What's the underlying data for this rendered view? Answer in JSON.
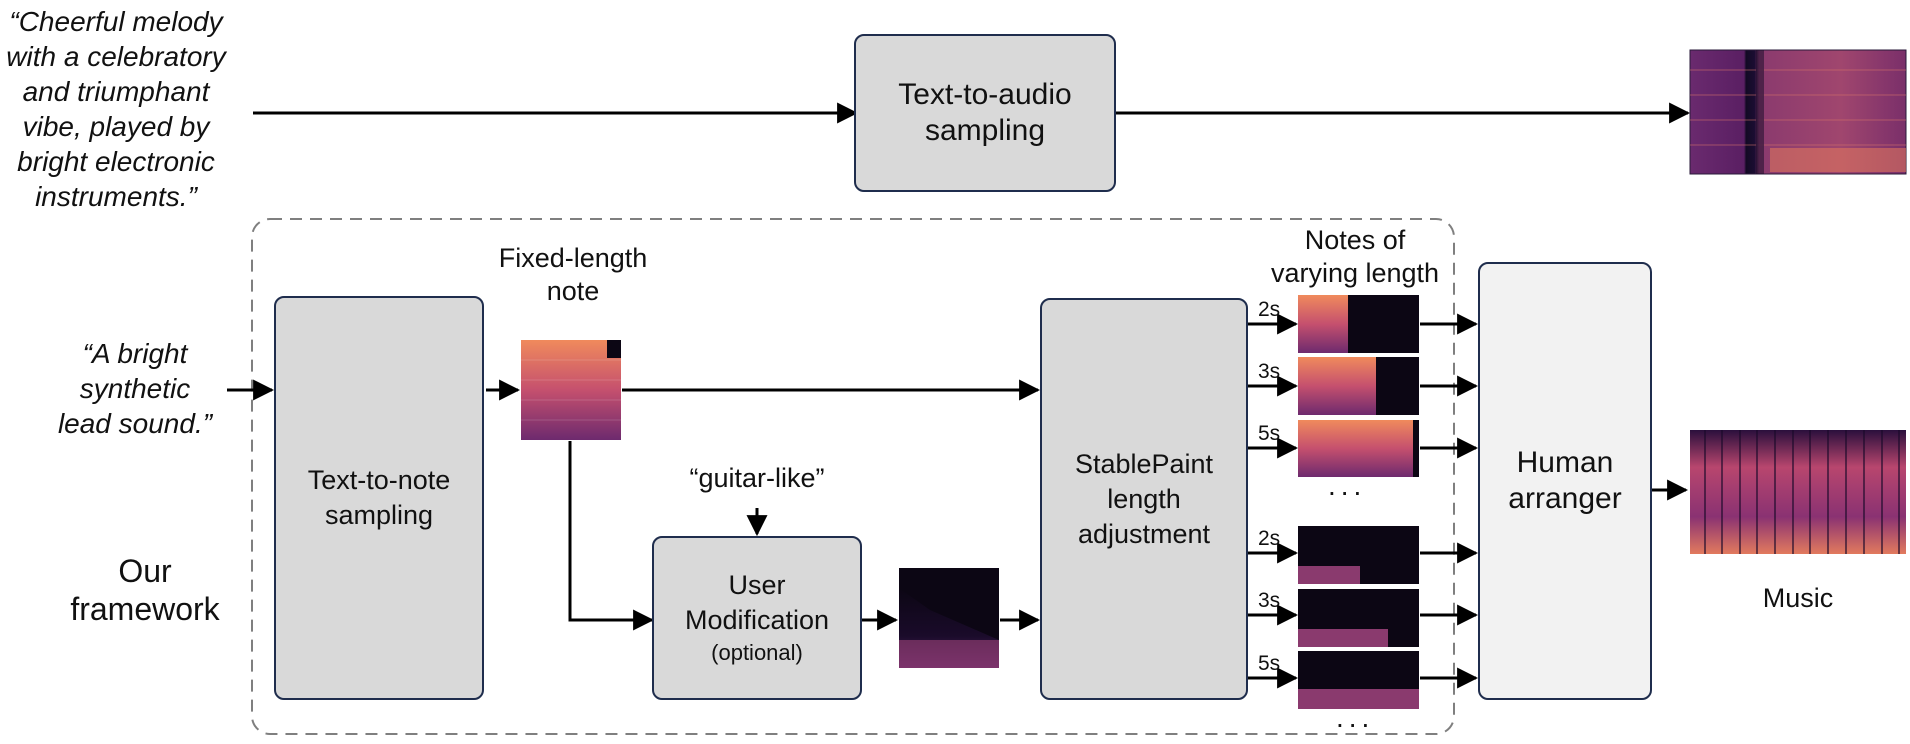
{
  "top_prompt": "“Cheerful melody\nwith a celebratory\nand triumphant\nvibe, played by\nbright electronic\ninstruments.”",
  "text_to_audio": "Text-to-audio\nsampling",
  "note_prompt": "“A bright\nsynthetic\nlead sound.”",
  "framework_label": "Our\nframework",
  "text_to_note": "Text-to-note\nsampling",
  "fixed_length_label": "Fixed-length\nnote",
  "modification_prompt": "“guitar-like”",
  "user_mod": "User\nModification",
  "user_mod_optional": "(optional)",
  "stablepaint": "StablePaint\nlength\nadjustment",
  "varying_label": "Notes of\nvarying length",
  "upper_durations": [
    "2s",
    "3s",
    "5s"
  ],
  "lower_durations": [
    "2s",
    "3s",
    "5s"
  ],
  "ellipsis": "...",
  "human_arranger": "Human\narranger",
  "music_label": "Music",
  "colors": {
    "box_fill": "#d9d9d9",
    "box_fill_light": "#f2f2f2",
    "box_border": "#1f2d4d",
    "arrow": "#000000",
    "dashed": "#7f7f7f"
  }
}
